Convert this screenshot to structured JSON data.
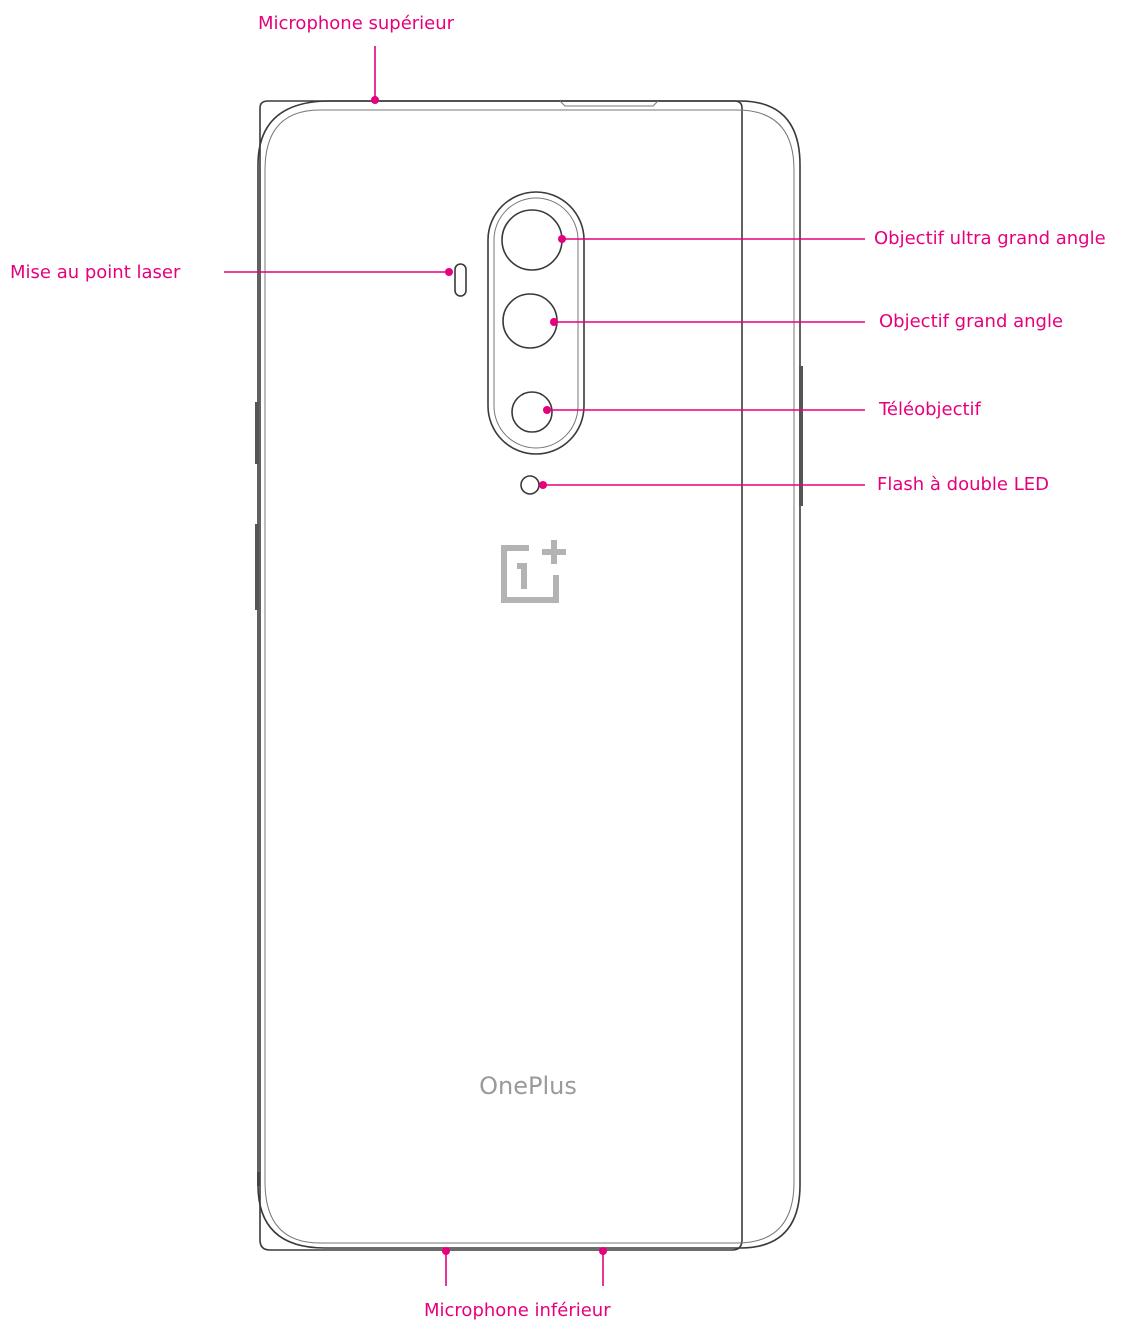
{
  "colors": {
    "callout": "#e6007e",
    "outline": "#3a3a3a",
    "logo": "#b3b3b3"
  },
  "phone": {
    "brand_text": "OnePlus",
    "logo_icon": "oneplus-logo-icon"
  },
  "labels": {
    "top_microphone": "Microphone supérieur",
    "laser_focus": "Mise au point laser",
    "ultra_wide_lens": "Objectif ultra grand angle",
    "wide_lens": "Objectif grand angle",
    "telephoto": "Téléobjectif",
    "dual_led_flash": "Flash à double LED",
    "bottom_microphone": "Microphone inférieur"
  }
}
